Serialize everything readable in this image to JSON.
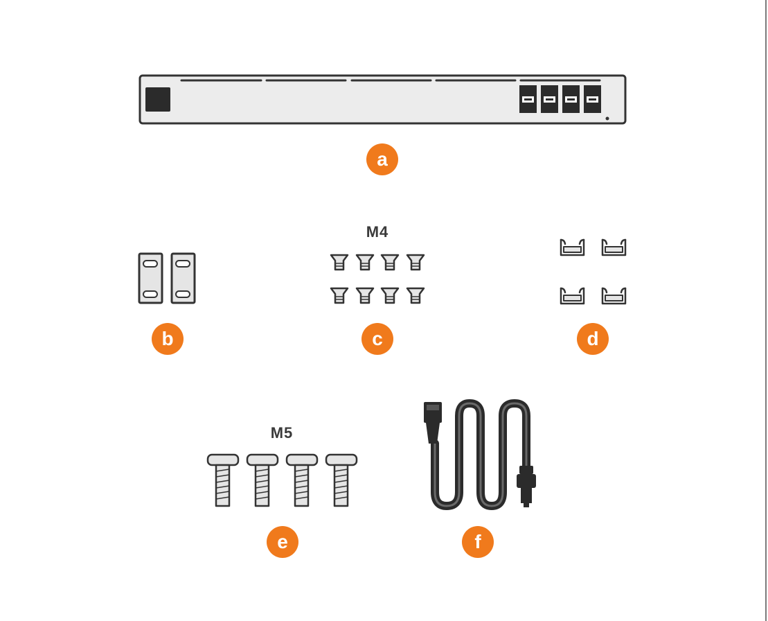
{
  "badges": {
    "a": "a",
    "b": "b",
    "c": "c",
    "d": "d",
    "e": "e",
    "f": "f"
  },
  "labels": {
    "c_screw_size": "M4",
    "e_screw_size": "M5"
  },
  "colors": {
    "badge": "#f07a1c",
    "outline": "#333333",
    "fill_light": "#eeeeee",
    "fill_dark": "#2b2b2b"
  }
}
